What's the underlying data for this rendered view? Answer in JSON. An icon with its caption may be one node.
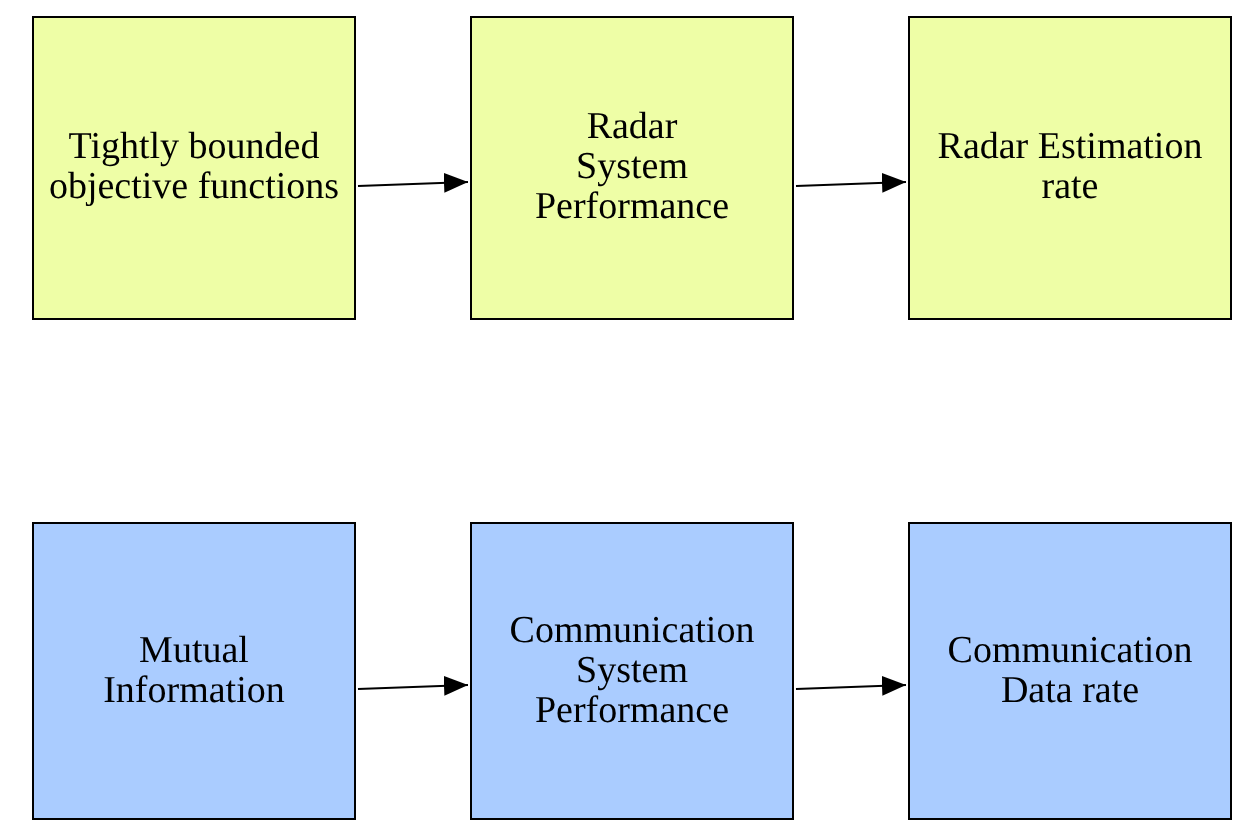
{
  "diagram": {
    "nodes": [
      {
        "text": [
          "Tightly bounded objective functions"
        ]
      },
      {
        "text": [
          "Radar System Performance"
        ]
      },
      {
        "text": [
          "Radar Estimation rate"
        ]
      },
      {
        "text": [
          "Mutual Information"
        ]
      },
      {
        "text": [
          "Communication System Performance"
        ]
      },
      {
        "text": [
          "Communication Data rate"
        ]
      }
    ],
    "edges": [
      {
        "from": 0,
        "to": 1,
        "arrow": "to"
      },
      {
        "from": 1,
        "to": 2,
        "arrow": "to"
      },
      {
        "from": 3,
        "to": 4,
        "arrow": "to"
      },
      {
        "from": 4,
        "to": 5,
        "arrow": "to"
      }
    ]
  }
}
